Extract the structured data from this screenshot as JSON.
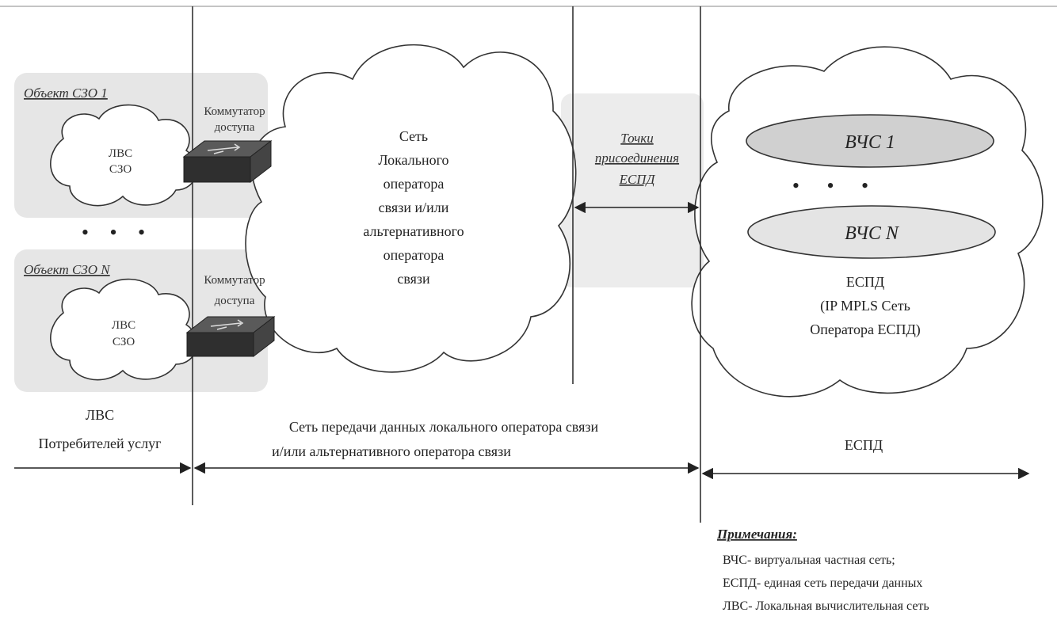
{
  "objects": [
    {
      "label": "Объект СЗО 1",
      "lan": [
        "ЛВС",
        "СЗО"
      ],
      "switch": [
        "Коммутатор",
        "доступа"
      ]
    },
    {
      "label": "Объект СЗО N",
      "lan": [
        "ЛВС",
        "СЗО"
      ],
      "switch": [
        "Коммутатор",
        "доступа"
      ]
    }
  ],
  "ellipsis": "• • •",
  "local_cloud": [
    "Сеть",
    "Локального",
    "оператора",
    "связи и/или",
    "альтернативного",
    "оператора",
    "связи"
  ],
  "attach_points": [
    "Точки",
    "присоединения",
    "ЕСПД"
  ],
  "espd_cloud": {
    "vpn_first": "ВЧС 1",
    "vpn_last": "ВЧС N",
    "text": [
      "ЕСПД",
      "(IP MPLS Сеть",
      "Оператора ЕСПД)"
    ]
  },
  "bottom": {
    "left": [
      "ЛВС",
      "Потребителей услуг"
    ],
    "middle": [
      "Сеть передачи данных локального оператора связи",
      "и/или альтернативного оператора связи"
    ],
    "right": "ЕСПД"
  },
  "notes": {
    "title": "Примечания:",
    "items": [
      "ВЧС- виртуальная частная сеть;",
      "ЕСПД- единая сеть передачи данных",
      "ЛВС- Локальная вычислительная сеть"
    ]
  },
  "colors": {
    "lines": "#333333",
    "zone_fill": "#e6e6e6",
    "vpn_fill": "#d0d0d0",
    "vpn2_fill": "#e4e4e4",
    "switch": "#3a3a3a"
  }
}
